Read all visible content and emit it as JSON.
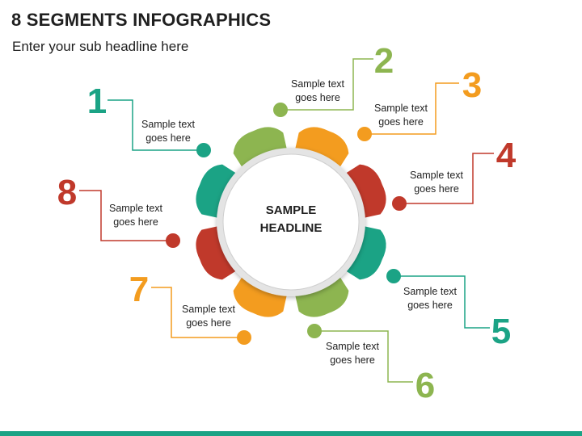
{
  "header": {
    "title": "8 SEGMENTS INFOGRAPHICS",
    "subtitle": "Enter your sub headline here"
  },
  "center": {
    "line1": "SAMPLE",
    "line2": "HEADLINE"
  },
  "colors": {
    "teal": "#1ba385",
    "green": "#8db550",
    "orange": "#f39c1f",
    "red": "#c0392b",
    "accent_bar": "#1ba385"
  },
  "segments": [
    {
      "number": "1",
      "color": "#1ba385",
      "text1": "Sample text",
      "text2": "goes here"
    },
    {
      "number": "2",
      "color": "#8db550",
      "text1": "Sample text",
      "text2": "goes here"
    },
    {
      "number": "3",
      "color": "#f39c1f",
      "text1": "Sample text",
      "text2": "goes here"
    },
    {
      "number": "4",
      "color": "#c0392b",
      "text1": "Sample text",
      "text2": "goes here"
    },
    {
      "number": "5",
      "color": "#1ba385",
      "text1": "Sample text",
      "text2": "goes here"
    },
    {
      "number": "6",
      "color": "#8db550",
      "text1": "Sample text",
      "text2": "goes here"
    },
    {
      "number": "7",
      "color": "#f39c1f",
      "text1": "Sample text",
      "text2": "goes here"
    },
    {
      "number": "8",
      "color": "#c0392b",
      "text1": "Sample text",
      "text2": "goes here"
    }
  ]
}
